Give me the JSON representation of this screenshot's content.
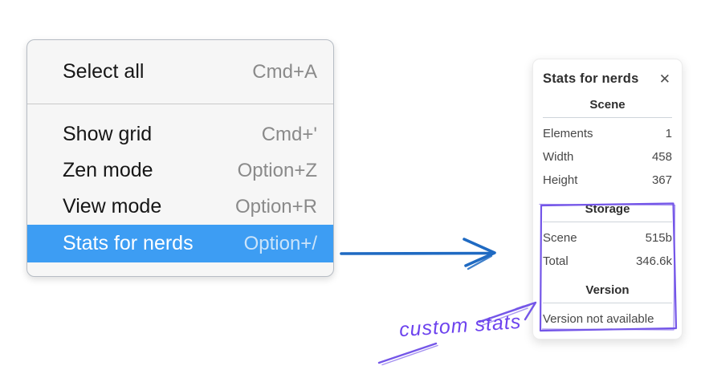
{
  "colors": {
    "menu_highlight": "#3d9df3",
    "menu_background": "#f6f6f6",
    "arrow_blue": "#1f6ac2",
    "annotation_purple": "#6d43ee",
    "sketch_purple": "#7456e8"
  },
  "context_menu": {
    "items": [
      {
        "label": "Select all",
        "shortcut": "Cmd+A"
      },
      {
        "label": "Show grid",
        "shortcut": "Cmd+'"
      },
      {
        "label": "Zen mode",
        "shortcut": "Option+Z"
      },
      {
        "label": "View mode",
        "shortcut": "Option+R"
      },
      {
        "label": "Stats for nerds",
        "shortcut": "Option+/"
      }
    ],
    "selected_item": "Stats for nerds"
  },
  "stats_panel": {
    "title": "Stats for nerds",
    "close_icon": "✕",
    "scene": {
      "heading": "Scene",
      "rows": [
        {
          "label": "Elements",
          "value": "1"
        },
        {
          "label": "Width",
          "value": "458"
        },
        {
          "label": "Height",
          "value": "367"
        }
      ]
    },
    "storage": {
      "heading": "Storage",
      "rows": [
        {
          "label": "Scene",
          "value": "515b"
        },
        {
          "label": "Total",
          "value": "346.6k"
        }
      ]
    },
    "version": {
      "heading": "Version",
      "note": "Version not available"
    }
  },
  "annotation": {
    "label": "custom stats"
  }
}
